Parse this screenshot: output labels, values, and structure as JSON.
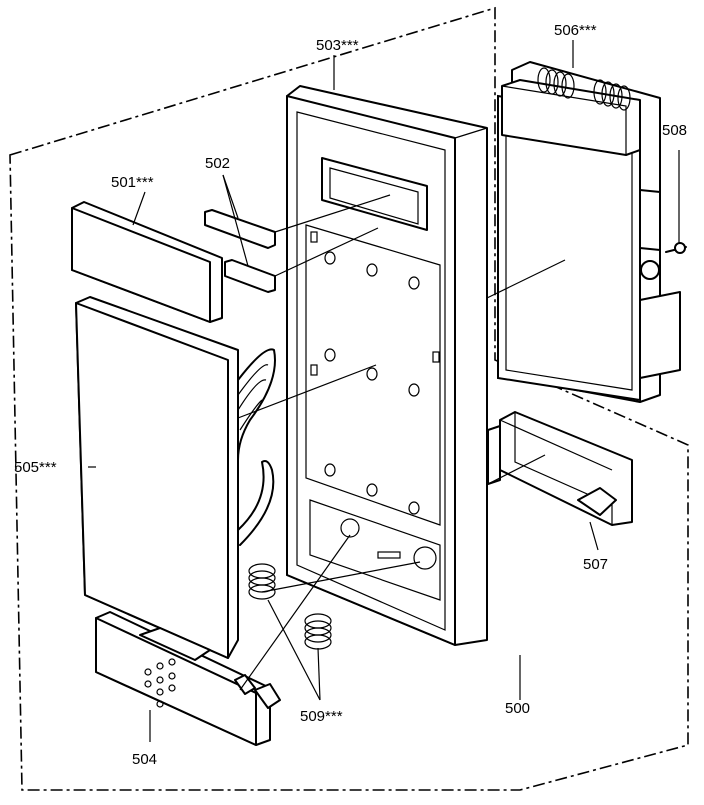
{
  "labels": {
    "l500": "500",
    "l501": "501***",
    "l502": "502",
    "l503": "503***",
    "l504": "504",
    "l505": "505***",
    "l506": "506***",
    "l507": "507",
    "l508": "508",
    "l509": "509***"
  }
}
